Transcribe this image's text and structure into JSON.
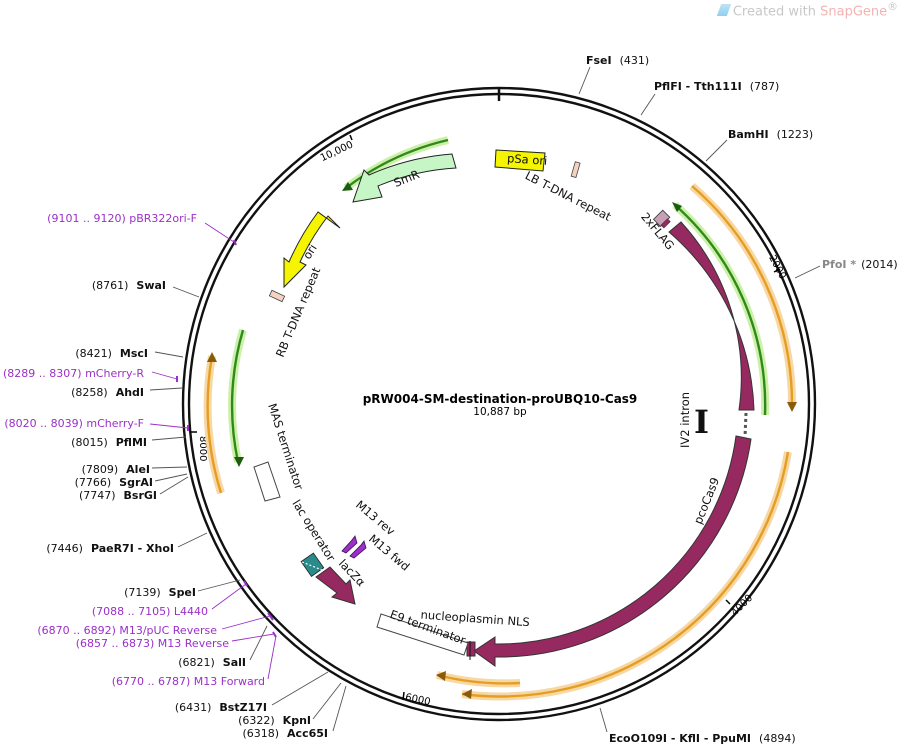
{
  "credit": {
    "prefix": "Created with ",
    "brand": "SnapGene",
    "mark": "®"
  },
  "plasmid": {
    "name": "pRW004-SM-destination-proUBQ10-Cas9",
    "length": "10,887 bp"
  },
  "ticks": [
    "10,000",
    "2000",
    "4000",
    "6000",
    "8000"
  ],
  "features": {
    "smr": "SmR",
    "psa_ori": "pSa ori",
    "lb_repeat": "LB T-DNA repeat",
    "ori": "ori",
    "rb_repeat": "RB T-DNA repeat",
    "flag": "2xFLAG",
    "iv2": "IV2 intron",
    "pcocas9": "pcoCas9",
    "nls": "nucleoplasmin NLS",
    "e9": "E9 terminator",
    "mas": "MAS terminator",
    "lac_op": "lac operator",
    "lacz": "lacZα",
    "m13rev": "M13 rev",
    "m13fwd": "M13 fwd",
    "intron_glyph": "I"
  },
  "sites_right": [
    {
      "name": "FseI",
      "pos": "(431)"
    },
    {
      "name": "PflFI  - Tth111I",
      "pos": "(787)"
    },
    {
      "name": "BamHI",
      "pos": "(1223)"
    },
    {
      "name": "PfoI *",
      "pos": "(2014)"
    },
    {
      "name": "EcoO109I  - KflI  - PpuMI",
      "pos": "(4894)"
    }
  ],
  "sites_left": [
    {
      "pos": "(8761)",
      "name": "SwaI"
    },
    {
      "pos": "(8421)",
      "name": "MscI"
    },
    {
      "pos": "(8258)",
      "name": "AhdI"
    },
    {
      "pos": "(8015)",
      "name": "PflMI"
    },
    {
      "pos": "(7809)",
      "name": "AleI"
    },
    {
      "pos": "(7766)",
      "name": "SgrAI"
    },
    {
      "pos": "(7747)",
      "name": "BsrGI"
    },
    {
      "pos": "(7446)",
      "name": "PaeR7I  - XhoI"
    },
    {
      "pos": "(7139)",
      "name": "SpeI"
    },
    {
      "pos": "(6821)",
      "name": "SalI"
    },
    {
      "pos": "(6431)",
      "name": "BstZ17I"
    },
    {
      "pos": "(6322)",
      "name": "KpnI"
    },
    {
      "pos": "(6318)",
      "name": "Acc65I"
    }
  ],
  "primers": [
    "(9101 .. 9120)  pBR322ori-F",
    "(8289 .. 8307)  mCherry-R",
    "(8020 .. 8039)  mCherry-F",
    "(7088 .. 7105)  L4440",
    "(6870 .. 6892)  M13/pUC Reverse",
    "(6857 .. 6873)  M13 Reverse",
    "(6770 .. 6787)  M13 Forward"
  ],
  "colors": {
    "cds": "#962a60",
    "orf": "#e59e22",
    "green": "#2f8a1c",
    "ori": "#f5f500",
    "primer": "#9b2fc8",
    "smr": "#c6f5c6"
  }
}
